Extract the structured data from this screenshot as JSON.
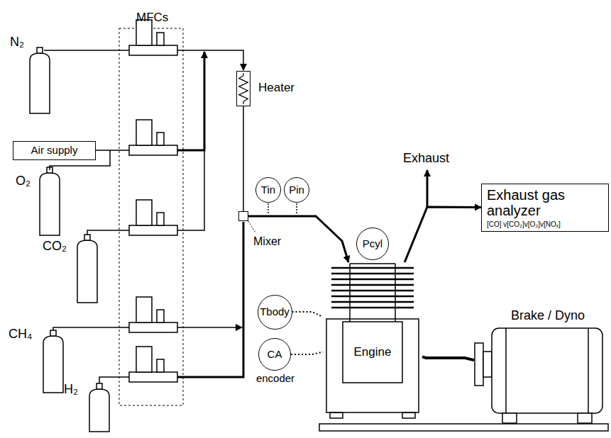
{
  "diagram": {
    "nodes": [
      {
        "text": [
          "Air supply"
        ]
      },
      {
        "text": [
          "Heater"
        ]
      },
      {
        "text": [
          "Mixer"
        ]
      },
      {
        "text": [
          "Tin"
        ]
      },
      {
        "text": [
          "Pin"
        ]
      },
      {
        "text": [
          "Pcyl"
        ]
      },
      {
        "text": [
          "Exhaust gas analyzer",
          "[CO] v[CO₂]v[O₂]v[NOₓ]"
        ]
      },
      {
        "text": [
          "Tbody"
        ]
      },
      {
        "text": [
          "CA",
          "encoder"
        ]
      },
      {
        "text": [
          "Engine"
        ]
      },
      {
        "text": [
          "Brake / Dyno"
        ]
      }
    ],
    "edges": [
      {
        "from": 1,
        "to": 2,
        "arrow": "none"
      },
      {
        "from": 2,
        "to": 9,
        "arrow": "to"
      },
      {
        "from": 9,
        "to": 6,
        "arrow": "to"
      },
      {
        "from": 7,
        "to": 9,
        "arrow": "none"
      },
      {
        "from": 8,
        "to": 9,
        "arrow": "none"
      },
      {
        "from": 9,
        "to": 10,
        "arrow": "none"
      }
    ],
    "labels": [
      "MFCs",
      "N₂",
      "O₂",
      "CO₂",
      "CH₄",
      "H₂",
      "Exhaust"
    ]
  }
}
